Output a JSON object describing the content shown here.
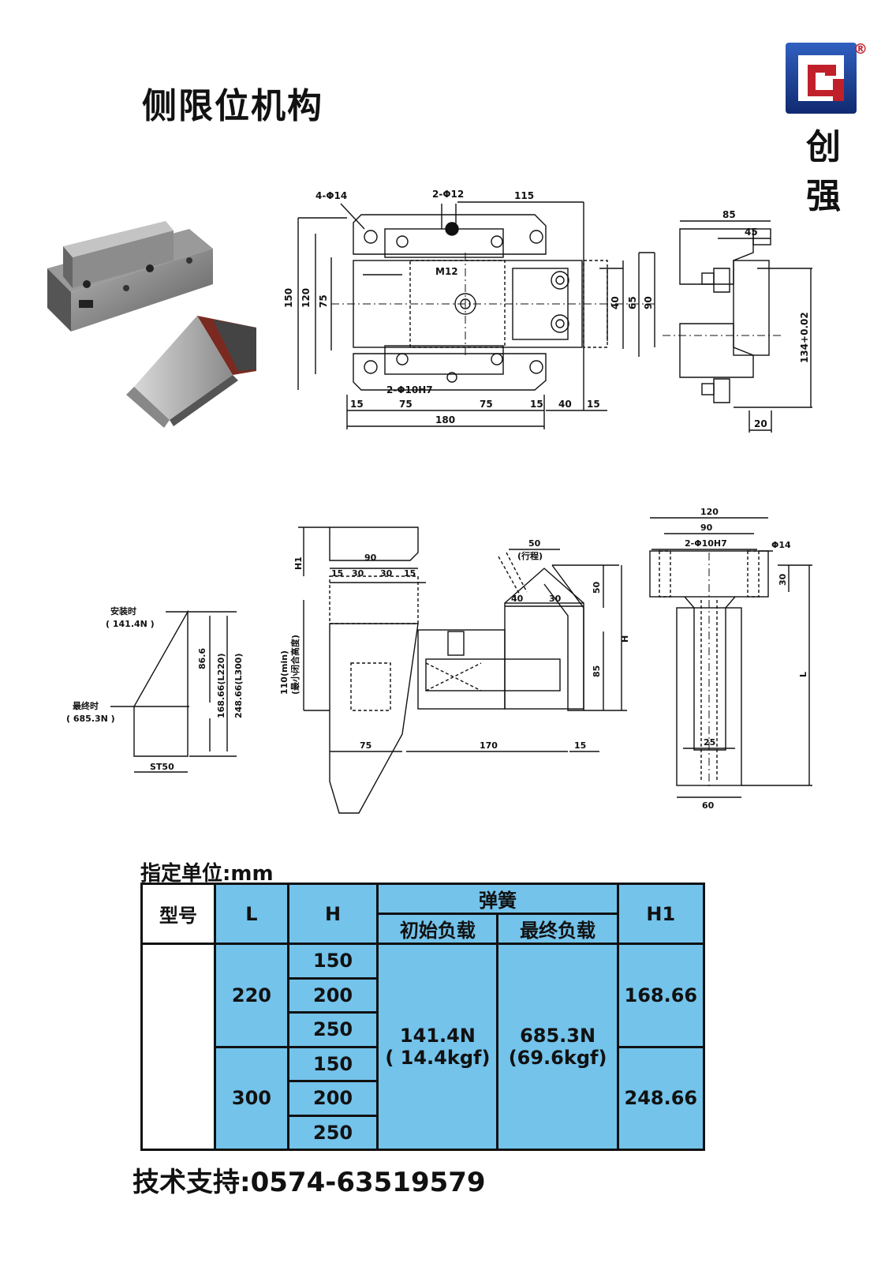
{
  "title": "侧限位机构",
  "brand": {
    "reg_mark": "®",
    "char1": "创",
    "char2": "强"
  },
  "top_drawing": {
    "labels": {
      "d_4phi14": "4-Φ14",
      "d_2phi12": "2-Φ12",
      "d_115": "115",
      "d_m12": "M12",
      "d_150": "150",
      "d_120": "120",
      "d_75v": "75",
      "d_40v": "40",
      "d_65v": "65",
      "d_90v": "90",
      "d_2phi10h7": "2-Φ10H7",
      "d_15a": "15",
      "d_75a": "75",
      "d_75b": "75",
      "d_15b": "15",
      "d_40h": "40",
      "d_15c": "15",
      "d_180": "180"
    }
  },
  "side_drawing": {
    "labels": {
      "d_85": "85",
      "d_45": "45",
      "d_134": "134+0.02",
      "d_20": "20"
    }
  },
  "force_diagram": {
    "labels": {
      "install": "安装时",
      "install_force": "( 141.4N )",
      "final": "最终时",
      "final_force": "( 685.3N )",
      "d_86_6": "86.6",
      "d_l220": "168.66(L220)",
      "d_l300": "248.66(L300)",
      "stroke": "ST50"
    }
  },
  "assembly_drawing": {
    "labels": {
      "h1": "H1",
      "d_90": "90",
      "d_15a": "15",
      "d_30a": "30",
      "d_30b": "30",
      "d_15b": "15",
      "closed_height": "110(min)",
      "closed_height_note": "(最小闭合高度)",
      "d_50": "50",
      "stroke_note": "(行程)",
      "d_40": "40",
      "d_30c": "30",
      "d_50v": "50",
      "d_h": "H",
      "d_85": "85",
      "d_75": "75",
      "d_170": "170",
      "d_15c": "15"
    }
  },
  "end_drawing": {
    "labels": {
      "d_120": "120",
      "d_90": "90",
      "d_2phi10h7": "2-Φ10H7",
      "d_phi14": "Φ14",
      "d_30": "30",
      "d_l": "L",
      "d_25": "25",
      "d_60": "60"
    }
  },
  "unit_label": "指定单位:mm",
  "table": {
    "headers": {
      "model": "型号",
      "l": "L",
      "h": "H",
      "spring": "弹簧",
      "initial_load": "初始负载",
      "final_load": "最终负载",
      "h1": "H1"
    },
    "group1": {
      "l": "220",
      "h": [
        "150",
        "200",
        "250"
      ],
      "h1": "168.66"
    },
    "group2": {
      "l": "300",
      "h": [
        "150",
        "200",
        "250"
      ],
      "h1": "248.66"
    },
    "initial_load": {
      "n": "141.4N",
      "kgf": "( 14.4kgf)"
    },
    "final_load": {
      "n": "685.3N",
      "kgf": "(69.6kgf)"
    }
  },
  "support": "技术支持:0574-63519579"
}
